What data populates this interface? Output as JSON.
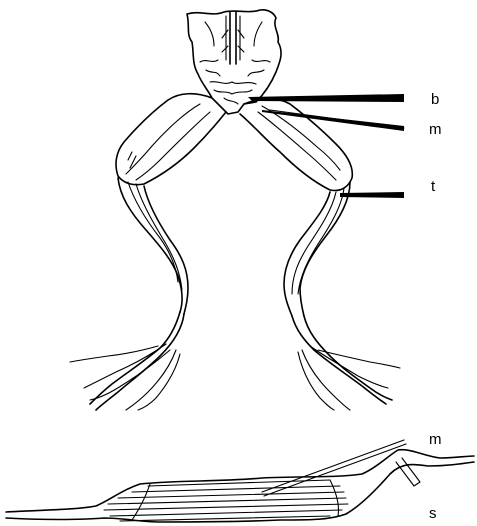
{
  "labels": {
    "bone": "b",
    "muscle_top": "m",
    "tendon": "t",
    "muscle_bottom": "m",
    "skin": "s"
  },
  "colors": {
    "ink": "#000000",
    "background": "#ffffff"
  }
}
